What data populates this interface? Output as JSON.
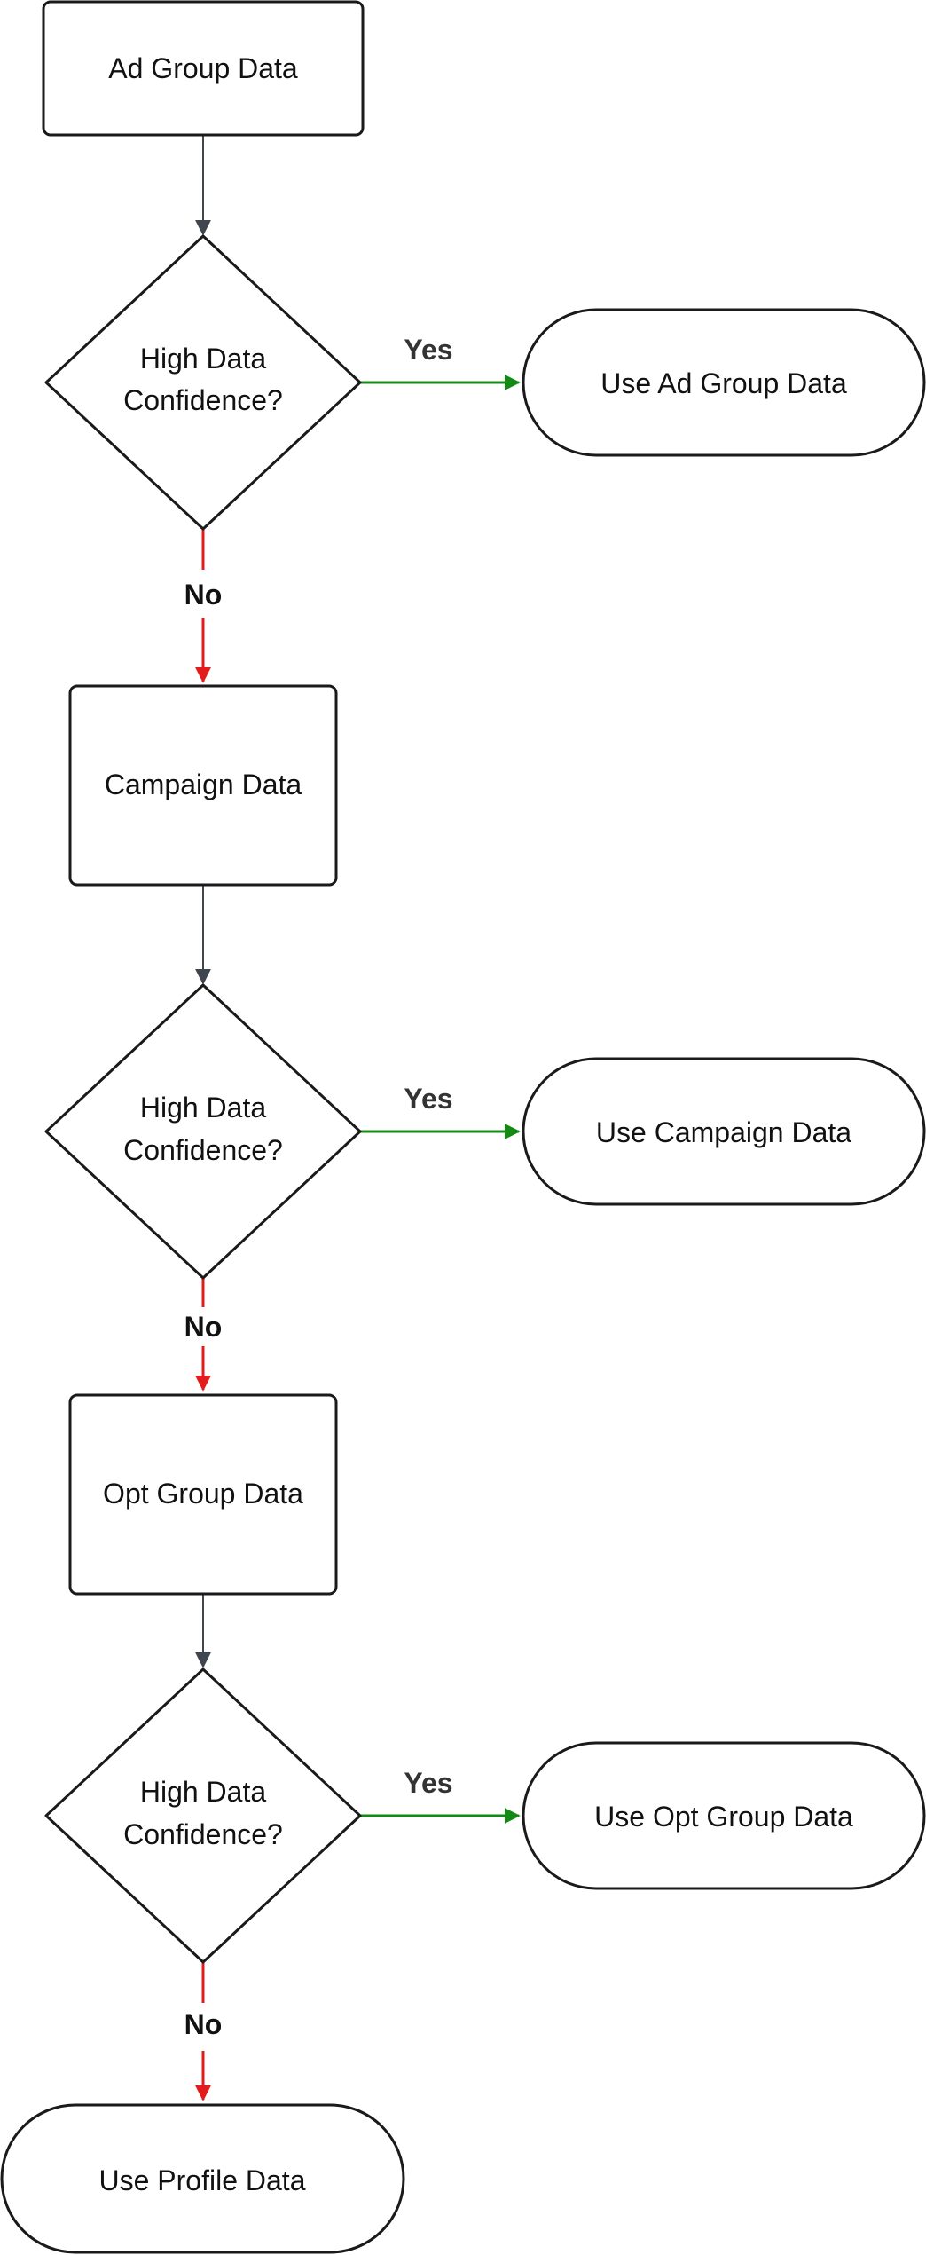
{
  "colors": {
    "node_stroke": "#1a1a1a",
    "node_fill": "#ffffff",
    "flow_edge": "#3f4650",
    "yes_edge": "#138a13",
    "no_edge": "#e31b1b"
  },
  "nodes": {
    "ad_group_data": "Ad Group Data",
    "decision_1": [
      "High Data",
      "Confidence?"
    ],
    "use_ad_group_data": "Use Ad Group Data",
    "campaign_data": "Campaign Data",
    "decision_2": [
      "High Data",
      "Confidence?"
    ],
    "use_campaign_data": "Use Campaign Data",
    "opt_group_data": "Opt Group Data",
    "decision_3": [
      "High Data",
      "Confidence?"
    ],
    "use_opt_group_data": "Use Opt Group Data",
    "use_profile_data": "Use Profile Data"
  },
  "edge_labels": {
    "yes_1": "Yes",
    "no_1": "No",
    "yes_2": "Yes",
    "no_2": "No",
    "yes_3": "Yes",
    "no_3": "No"
  }
}
